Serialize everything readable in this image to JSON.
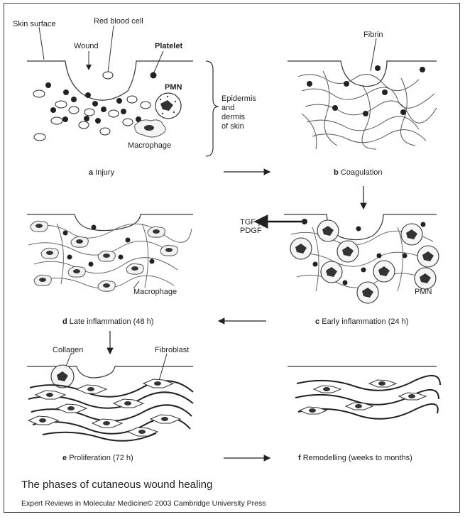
{
  "labels": {
    "skin_surface": "Skin surface",
    "red_blood_cell": "Red blood cell",
    "wound": "Wound",
    "platelet": "Platelet",
    "pmn": "PMN",
    "epidermis_1": "Epidermis",
    "epidermis_2": "and",
    "epidermis_3": "dermis",
    "epidermis_4": "of skin",
    "macrophage": "Macrophage",
    "fibrin": "Fibrin",
    "tgf": "TGF-β",
    "pdgf": "PDGF",
    "macrophage_d": "Macrophage",
    "pmn_c": "PMN",
    "collagen": "Collagen",
    "fibroblast": "Fibroblast"
  },
  "panels": {
    "a": {
      "letter": "a",
      "name": "Injury"
    },
    "b": {
      "letter": "b",
      "name": "Coagulation"
    },
    "c": {
      "letter": "c",
      "name": "Early inflammation (24 h)"
    },
    "d": {
      "letter": "d",
      "name": "Late inflammation (48 h)"
    },
    "e": {
      "letter": "e",
      "name": "Proliferation (72 h)"
    },
    "f": {
      "letter": "f",
      "name": "Remodelling (weeks to months)"
    }
  },
  "caption": "The phases of cutaneous wound healing",
  "credit": "Expert Reviews in Molecular Medicine© 2003 Cambridge University Press"
}
